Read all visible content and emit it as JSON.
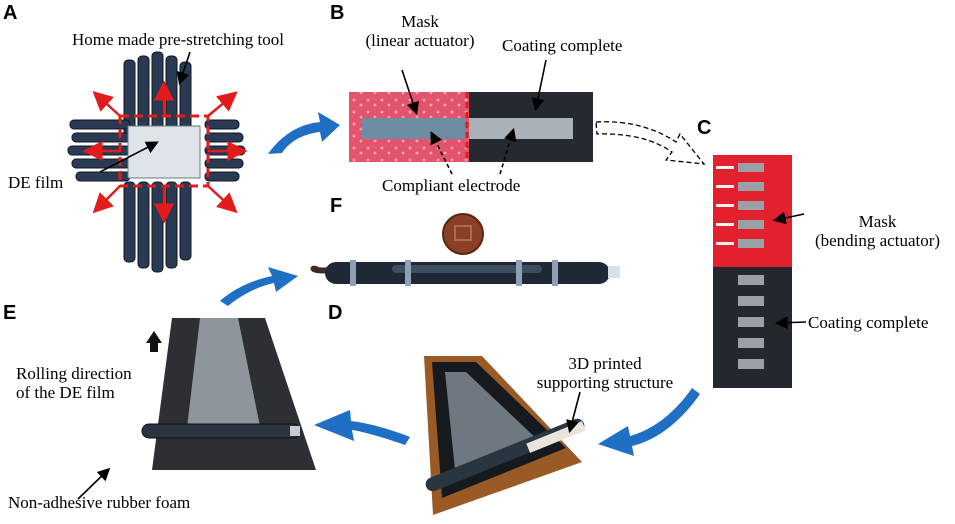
{
  "panels": {
    "A": "A",
    "B": "B",
    "C": "C",
    "D": "D",
    "E": "E",
    "F": "F"
  },
  "labels": {
    "a_tool": "Home made pre-stretching tool",
    "a_film": "DE film",
    "b_mask_line1": "Mask",
    "b_mask_line2": "(linear actuator)",
    "b_coating": "Coating complete",
    "b_electrode": "Compliant electrode",
    "c_mask_line1": "Mask",
    "c_mask_line2": "(bending actuator)",
    "c_coating": "Coating complete",
    "d_support_line1": "3D printed",
    "d_support_line2": "supporting structure",
    "e_rolling_line1": "Rolling direction",
    "e_rolling_line2": "of the DE film",
    "e_foam": "Non-adhesive rubber foam"
  },
  "colors": {
    "flow_arrow": "#1f6fc5",
    "mask_red": "#e0303c",
    "film_dark": "#1e2228",
    "electrode_grey": "#9aa3ab"
  }
}
